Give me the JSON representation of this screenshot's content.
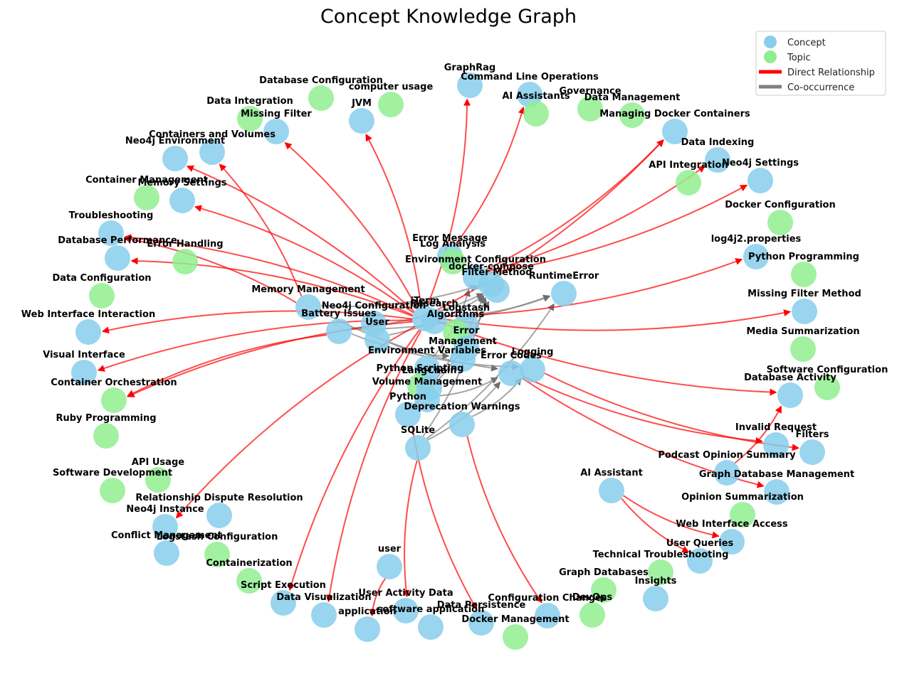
{
  "title": "Concept Knowledge Graph",
  "colors": {
    "concept": "#87ceeb",
    "topic": "#90ee90",
    "direct": "#ff0000",
    "cooccurrence": "#808080",
    "background": "#ffffff"
  },
  "legend": [
    {
      "label": "Concept",
      "kind": "concept"
    },
    {
      "label": "Topic",
      "kind": "topic"
    },
    {
      "label": "Direct Relationship",
      "kind": "direct"
    },
    {
      "label": "Co-occurrence",
      "kind": "cooccurrence"
    }
  ],
  "nodes": [
    {
      "id": "graphrag",
      "label": "GraphRag",
      "type": "concept"
    },
    {
      "id": "cmdline",
      "label": "Command Line Operations",
      "type": "concept"
    },
    {
      "id": "dbconfig",
      "label": "Database Configuration",
      "type": "topic"
    },
    {
      "id": "computerusage",
      "label": "computer usage",
      "type": "topic"
    },
    {
      "id": "aiassistants",
      "label": "AI Assistants",
      "type": "topic"
    },
    {
      "id": "governance",
      "label": "Governance",
      "type": "topic"
    },
    {
      "id": "datamgmt",
      "label": "Data Management",
      "type": "topic"
    },
    {
      "id": "dataintegration",
      "label": "Data Integration",
      "type": "topic"
    },
    {
      "id": "jvm",
      "label": "JVM",
      "type": "concept"
    },
    {
      "id": "missingfilter",
      "label": "Missing Filter",
      "type": "concept"
    },
    {
      "id": "managingdocker",
      "label": "Managing Docker Containers",
      "type": "concept"
    },
    {
      "id": "containersvolumes",
      "label": "Containers and Volumes",
      "type": "concept"
    },
    {
      "id": "neo4jenv",
      "label": "Neo4j Environment",
      "type": "concept"
    },
    {
      "id": "dataindexing",
      "label": "Data Indexing",
      "type": "concept"
    },
    {
      "id": "apiintegration",
      "label": "API Integration",
      "type": "topic"
    },
    {
      "id": "neo4jsettings",
      "label": "Neo4j Settings",
      "type": "concept"
    },
    {
      "id": "containermgmt",
      "label": "Container Management",
      "type": "topic"
    },
    {
      "id": "memorysettings",
      "label": "Memory Settings",
      "type": "concept"
    },
    {
      "id": "dockerconfig",
      "label": "Docker Configuration",
      "type": "topic"
    },
    {
      "id": "troubleshooting",
      "label": "Troubleshooting",
      "type": "concept"
    },
    {
      "id": "dbperformance",
      "label": "Database Performance",
      "type": "concept"
    },
    {
      "id": "errorhandling",
      "label": "Error Handling",
      "type": "topic"
    },
    {
      "id": "errormessage",
      "label": "Error Message",
      "type": "concept"
    },
    {
      "id": "loganalysis",
      "label": "Log Analysis",
      "type": "topic"
    },
    {
      "id": "log4j2",
      "label": "log4j2.properties",
      "type": "concept"
    },
    {
      "id": "pythonprog",
      "label": "Python Programming",
      "type": "topic"
    },
    {
      "id": "envconfig",
      "label": "Environment Configuration",
      "type": "concept"
    },
    {
      "id": "dockercompose",
      "label": "docker-compose",
      "type": "concept"
    },
    {
      "id": "filtermethod",
      "label": "Filter Method",
      "type": "concept"
    },
    {
      "id": "runtimeerror",
      "label": "RuntimeError",
      "type": "concept"
    },
    {
      "id": "dataconfig",
      "label": "Data Configuration",
      "type": "topic"
    },
    {
      "id": "memorymgmt",
      "label": "Memory Management",
      "type": "concept"
    },
    {
      "id": "missingfiltermethod",
      "label": "Missing Filter Method",
      "type": "concept"
    },
    {
      "id": "iterm",
      "label": "iTerm",
      "type": "concept"
    },
    {
      "id": "neo4jconf",
      "label": "Neo4j Configuration",
      "type": "concept"
    },
    {
      "id": "websearch",
      "label": "Research",
      "type": "concept"
    },
    {
      "id": "logstash",
      "label": "Logstash",
      "type": "concept"
    },
    {
      "id": "algorithms",
      "label": "Algorithms",
      "type": "topic"
    },
    {
      "id": "webinterface",
      "label": "Web Interface Interaction",
      "type": "concept"
    },
    {
      "id": "batteryissues",
      "label": "Battery Issues",
      "type": "concept"
    },
    {
      "id": "user",
      "label": "User",
      "type": "concept"
    },
    {
      "id": "mediasummarization",
      "label": "Media Summarization",
      "type": "topic"
    },
    {
      "id": "errorcode",
      "label": "Error",
      "type": "concept"
    },
    {
      "id": "visualinterface",
      "label": "Visual Interface",
      "type": "concept"
    },
    {
      "id": "dbmanagement",
      "label": "Management",
      "type": "concept"
    },
    {
      "id": "logging",
      "label": "Logging",
      "type": "concept"
    },
    {
      "id": "errorcodes",
      "label": "Error Codes",
      "type": "concept"
    },
    {
      "id": "envvars",
      "label": "Environment Variables",
      "type": "concept"
    },
    {
      "id": "softwareconfig",
      "label": "Software Configuration",
      "type": "topic"
    },
    {
      "id": "dbactivity",
      "label": "Database Activity",
      "type": "concept"
    },
    {
      "id": "containerorch",
      "label": "Container Orchestration",
      "type": "topic"
    },
    {
      "id": "pythonscripting",
      "label": "Python Scripting",
      "type": "topic"
    },
    {
      "id": "langchain",
      "label": "LangChain",
      "type": "concept"
    },
    {
      "id": "volumemgmt",
      "label": "Volume Management",
      "type": "concept"
    },
    {
      "id": "python",
      "label": "Python",
      "type": "concept"
    },
    {
      "id": "deprecation",
      "label": "Deprecation Warnings",
      "type": "concept"
    },
    {
      "id": "rubyprog",
      "label": "Ruby Programming",
      "type": "topic"
    },
    {
      "id": "sqlite",
      "label": "SQLite",
      "type": "concept"
    },
    {
      "id": "invalidrequest",
      "label": "Invalid Request",
      "type": "concept"
    },
    {
      "id": "filters",
      "label": "Filters",
      "type": "concept"
    },
    {
      "id": "podcastopinion",
      "label": "Podcast Opinion Summary",
      "type": "concept"
    },
    {
      "id": "apiusage",
      "label": "API Usage",
      "type": "topic"
    },
    {
      "id": "softwaredev",
      "label": "Software Development",
      "type": "topic"
    },
    {
      "id": "aiassistant",
      "label": "AI Assistant",
      "type": "concept"
    },
    {
      "id": "graphdbmgmt",
      "label": "Graph Database Management",
      "type": "concept"
    },
    {
      "id": "relationshipdispute",
      "label": "Relationship Dispute Resolution",
      "type": "concept"
    },
    {
      "id": "opinionsummarization",
      "label": "Opinion Summarization",
      "type": "topic"
    },
    {
      "id": "neo4jinstance",
      "label": "Neo4j Instance",
      "type": "concept"
    },
    {
      "id": "webinterfaceaccess",
      "label": "Web Interface Access",
      "type": "concept"
    },
    {
      "id": "conflictmgmt",
      "label": "Conflict Management",
      "type": "concept"
    },
    {
      "id": "logstashconfig",
      "label": "Logstash Configuration",
      "type": "topic"
    },
    {
      "id": "userqueries",
      "label": "User Queries",
      "type": "concept"
    },
    {
      "id": "techtroubleshooting",
      "label": "Technical Troubleshooting",
      "type": "topic"
    },
    {
      "id": "user2",
      "label": "user",
      "type": "concept"
    },
    {
      "id": "containerization",
      "label": "Containerization",
      "type": "topic"
    },
    {
      "id": "graphdatabases",
      "label": "Graph Databases",
      "type": "topic"
    },
    {
      "id": "insights",
      "label": "Insights",
      "type": "concept"
    },
    {
      "id": "scriptexecution",
      "label": "Script Execution",
      "type": "concept"
    },
    {
      "id": "useractivity",
      "label": "User Activity Data",
      "type": "concept"
    },
    {
      "id": "dataviz",
      "label": "Data Visualization",
      "type": "concept"
    },
    {
      "id": "configchanges",
      "label": "Configuration Changes",
      "type": "concept"
    },
    {
      "id": "devops",
      "label": "DevOps",
      "type": "topic"
    },
    {
      "id": "datapersistence",
      "label": "Data Persistence",
      "type": "concept"
    },
    {
      "id": "application",
      "label": "application",
      "type": "concept"
    },
    {
      "id": "softwareapp",
      "label": "software application",
      "type": "concept"
    },
    {
      "id": "dockermgmt",
      "label": "Docker Management",
      "type": "topic"
    }
  ],
  "edges": [
    {
      "from": "iterm",
      "to": "graphrag",
      "type": "direct"
    },
    {
      "from": "errormessage",
      "to": "cmdline",
      "type": "direct"
    },
    {
      "from": "iterm",
      "to": "jvm",
      "type": "direct"
    },
    {
      "from": "iterm",
      "to": "missingfilter",
      "type": "direct"
    },
    {
      "from": "envconfig",
      "to": "managingdocker",
      "type": "direct"
    },
    {
      "from": "iterm",
      "to": "managingdocker",
      "type": "direct"
    },
    {
      "from": "memorymgmt",
      "to": "containersvolumes",
      "type": "direct"
    },
    {
      "from": "iterm",
      "to": "neo4jenv",
      "type": "direct"
    },
    {
      "from": "envconfig",
      "to": "neo4jsettings",
      "type": "direct"
    },
    {
      "from": "envconfig",
      "to": "dataindexing",
      "type": "direct"
    },
    {
      "from": "iterm",
      "to": "memorysettings",
      "type": "direct"
    },
    {
      "from": "iterm",
      "to": "troubleshooting",
      "type": "direct"
    },
    {
      "from": "memorymgmt",
      "to": "troubleshooting",
      "type": "direct"
    },
    {
      "from": "iterm",
      "to": "dbperformance",
      "type": "direct"
    },
    {
      "from": "iterm",
      "to": "log4j2",
      "type": "direct"
    },
    {
      "from": "iterm",
      "to": "missingfiltermethod",
      "type": "direct"
    },
    {
      "from": "iterm",
      "to": "webinterface",
      "type": "direct"
    },
    {
      "from": "iterm",
      "to": "visualinterface",
      "type": "direct"
    },
    {
      "from": "batteryissues",
      "to": "containerorch",
      "type": "direct"
    },
    {
      "from": "iterm",
      "to": "containerorch",
      "type": "direct"
    },
    {
      "from": "iterm",
      "to": "dbactivity",
      "type": "direct"
    },
    {
      "from": "errorcodes",
      "to": "invalidrequest",
      "type": "direct"
    },
    {
      "from": "logging",
      "to": "filters",
      "type": "direct"
    },
    {
      "from": "errorcodes",
      "to": "graphdbmgmt",
      "type": "direct"
    },
    {
      "from": "aiassistant",
      "to": "webinterfaceaccess",
      "type": "direct"
    },
    {
      "from": "aiassistant",
      "to": "userqueries",
      "type": "direct"
    },
    {
      "from": "user2",
      "to": "application",
      "type": "direct"
    },
    {
      "from": "iterm",
      "to": "scriptexecution",
      "type": "direct"
    },
    {
      "from": "iterm",
      "to": "dataviz",
      "type": "direct"
    },
    {
      "from": "sqlite",
      "to": "useractivity",
      "type": "direct"
    },
    {
      "from": "python",
      "to": "datapersistence",
      "type": "direct"
    },
    {
      "from": "deprecation",
      "to": "configchanges",
      "type": "direct"
    },
    {
      "from": "iterm",
      "to": "neo4jinstance",
      "type": "direct"
    },
    {
      "from": "podcastopinion",
      "to": "dbactivity",
      "type": "direct"
    },
    {
      "from": "iterm",
      "to": "runtimeerror",
      "type": "cooccurrence"
    },
    {
      "from": "batteryissues",
      "to": "runtimeerror",
      "type": "cooccurrence"
    },
    {
      "from": "user",
      "to": "filtermethod",
      "type": "cooccurrence"
    },
    {
      "from": "memorymgmt",
      "to": "dockercompose",
      "type": "cooccurrence"
    },
    {
      "from": "python",
      "to": "filtermethod",
      "type": "cooccurrence"
    },
    {
      "from": "sqlite",
      "to": "errorcodes",
      "type": "cooccurrence"
    },
    {
      "from": "deprecation",
      "to": "logging",
      "type": "cooccurrence"
    },
    {
      "from": "volumemgmt",
      "to": "errorcodes",
      "type": "cooccurrence"
    },
    {
      "from": "batteryissues",
      "to": "logging",
      "type": "cooccurrence"
    },
    {
      "from": "memorymgmt",
      "to": "errorcodes",
      "type": "cooccurrence"
    },
    {
      "from": "python",
      "to": "dockercompose",
      "type": "cooccurrence"
    },
    {
      "from": "sqlite",
      "to": "runtimeerror",
      "type": "cooccurrence"
    },
    {
      "from": "envvars",
      "to": "envconfig",
      "type": "cooccurrence"
    },
    {
      "from": "user",
      "to": "dbmanagement",
      "type": "cooccurrence"
    },
    {
      "from": "batteryissues",
      "to": "filtermethod",
      "type": "cooccurrence"
    },
    {
      "from": "sqlite",
      "to": "dockercompose",
      "type": "cooccurrence"
    }
  ]
}
